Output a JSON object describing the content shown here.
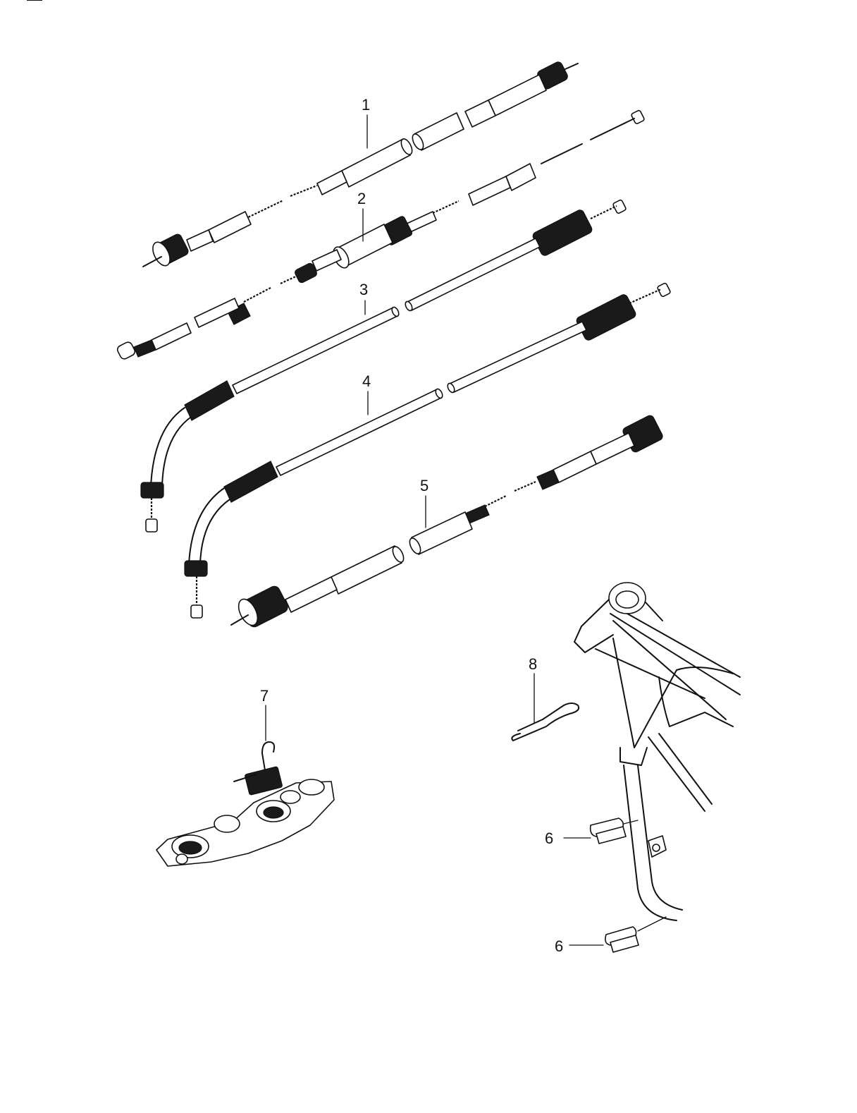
{
  "callouts": {
    "c1": "1",
    "c2": "2",
    "c3": "3",
    "c4": "4",
    "c5": "5",
    "c6a": "6",
    "c6b": "6",
    "c7": "7",
    "c8": "8"
  },
  "page_marker": "—"
}
